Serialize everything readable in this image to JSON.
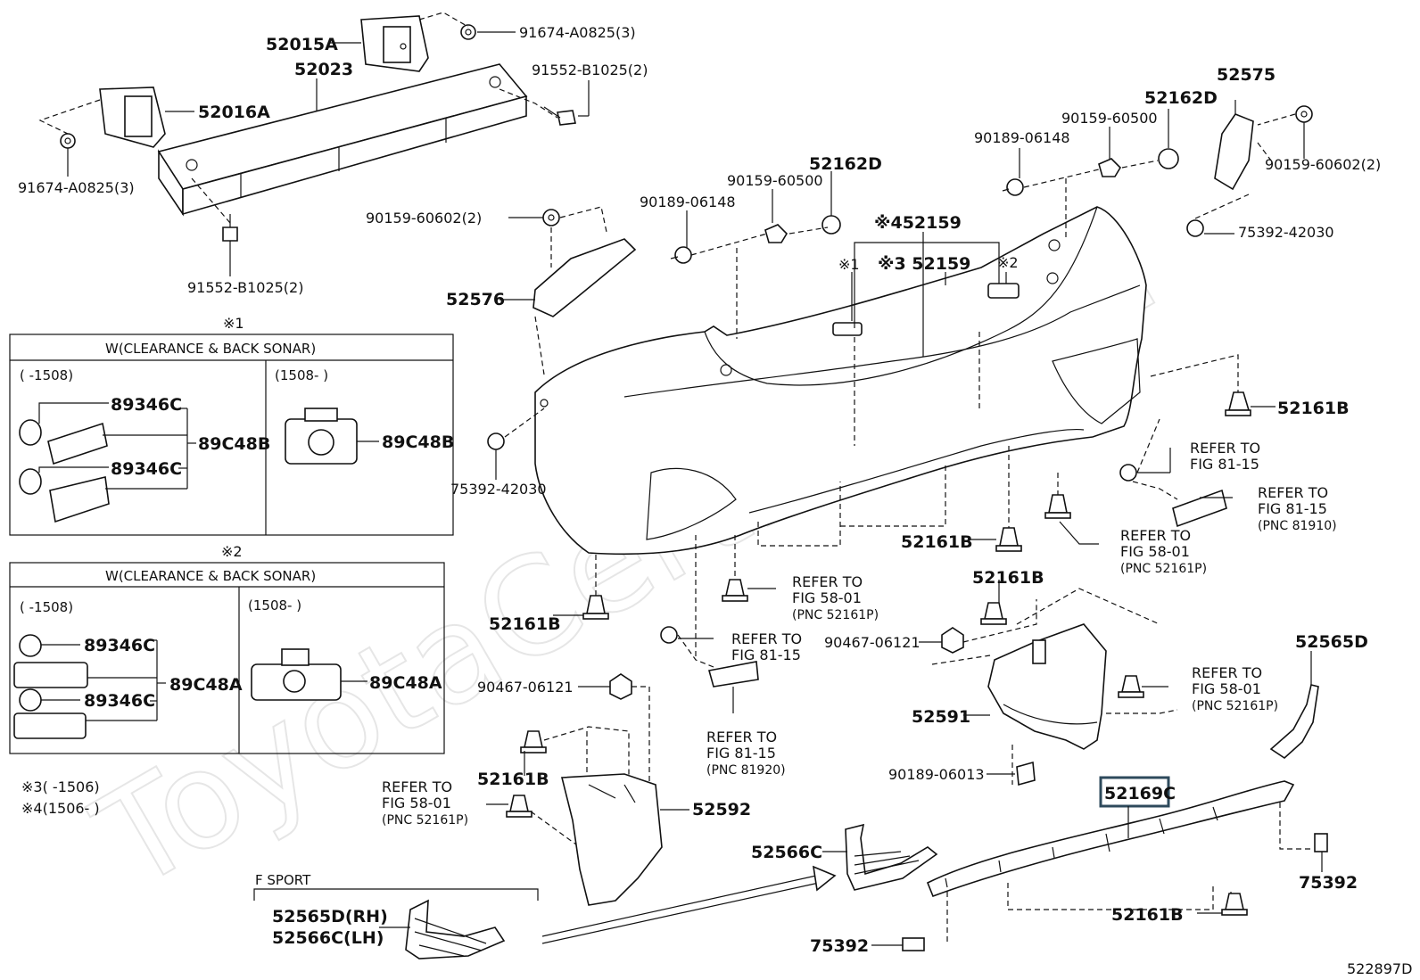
{
  "diagram_code": "522897D",
  "watermark": "ToyotaCertified.ru",
  "parts": {
    "p52015A": "52015A",
    "p52023": "52023",
    "p52016A": "52016A",
    "p91674_top": "91674-A0825(3)",
    "p91552_top": "91552-B1025(2)",
    "p91674_left": "91674-A0825(3)",
    "p91552_bottom": "91552-B1025(2)",
    "p90159_60602_left": "90159-60602(2)",
    "p52576": "52576",
    "p90189_06148_mid": "90189-06148",
    "p90159_60500_mid": "90159-60500",
    "p52162D_mid": "52162D",
    "p52159_4": "※452159",
    "p52159_3": "※3 52159",
    "mark1": "※1",
    "mark2": "※2",
    "p52162D_right": "52162D",
    "p52575": "52575",
    "p90159_60500_right": "90159-60500",
    "p90189_06148_right": "90189-06148",
    "p90159_60602_right": "90159-60602(2)",
    "p75392_42030_right": "75392-42030",
    "p75392_42030_left": "75392-42030",
    "p52161B_right": "52161B",
    "p52161B_center": "52161B",
    "p52161B_center2": "52161B",
    "p52161B_left": "52161B",
    "p52161B_lower_left": "52161B",
    "p52161B_bottom": "52161B",
    "p90467_left": "90467-06121",
    "p90467_right": "90467-06121",
    "p52591": "52591",
    "p52592": "52592",
    "p52565D": "52565D",
    "p90189_06013": "90189-06013",
    "p52169C": "52169C",
    "p52566C": "52566C",
    "p75392_right": "75392",
    "p75392_bottom": "75392",
    "p52565D_RH": "52565D(RH)",
    "p52566C_LH": "52566C(LH)",
    "f_sport": "F SPORT"
  },
  "refs": {
    "r1": [
      "REFER TO",
      "FIG 81-15"
    ],
    "r2": [
      "REFER TO",
      "FIG 81-15",
      "(PNC 81910)"
    ],
    "r3": [
      "REFER TO",
      "FIG 58-01",
      "(PNC 52161P)"
    ],
    "r4": [
      "REFER TO",
      "FIG 58-01",
      "(PNC 52161P)"
    ],
    "r5": [
      "REFER TO",
      "FIG 81-15"
    ],
    "r6": [
      "REFER TO",
      "FIG 81-15",
      "(PNC 81920)"
    ],
    "r7": [
      "REFER TO",
      "FIG 58-01",
      "(PNC 52161P)"
    ],
    "r8": [
      "REFER TO",
      "FIG 58-01",
      "(PNC 52161P)"
    ]
  },
  "box1": {
    "mark": "※1",
    "header": "W(CLEARANCE & BACK SONAR)",
    "left_range": "(      -1508)",
    "right_range": "(1508-      )",
    "p1": "89346C",
    "p2": "89346C",
    "group": "89C48B",
    "right_part": "89C48B"
  },
  "box2": {
    "mark": "※2",
    "header": "W(CLEARANCE & BACK SONAR)",
    "left_range": "(      -1508)",
    "right_range": "(1508-      )",
    "p1": "89346C",
    "p2": "89346C",
    "group": "89C48A",
    "right_part": "89C48A"
  },
  "notes": {
    "n3": "※3(      -1506)",
    "n4": "※4(1506-      )"
  }
}
